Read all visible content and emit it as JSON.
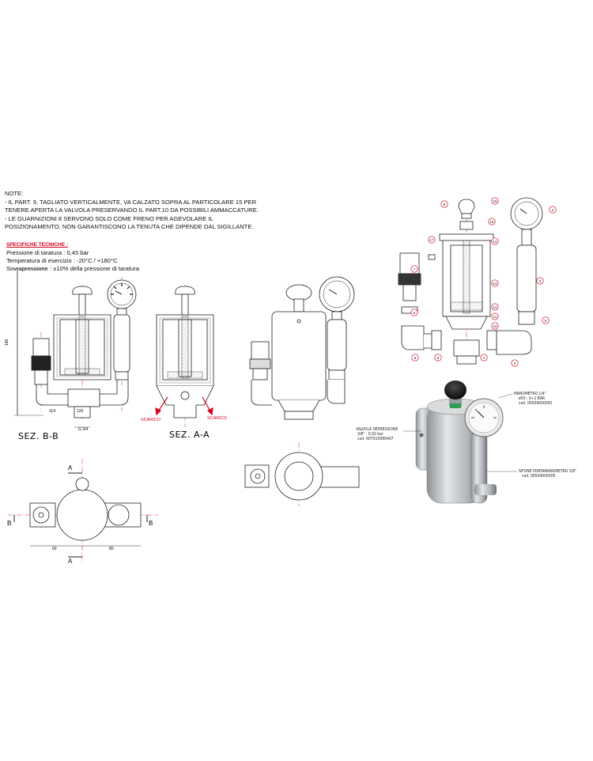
{
  "notes": {
    "heading": "NOTE:",
    "lines": [
      "- IL PART. 9, TAGLIATO VERTICALMENTE, VA CALZATO SOPRA AL PARTICOLARE 15 PER",
      "TENERE APERTA LA VALVOLA PRESERVANDO IL PART.10 DA POSSIBILI AMMACCATURE.",
      "- LE GUARNIZIONI 8 SERVONO SOLO COME FRENO PER AGEVOLARE IL",
      "POSIZIONAMENTO, NON GARANTISCONO LA TENUTA CHE DIPENDE DAL SIGILLANTE."
    ]
  },
  "specs": {
    "title": "SPECIFICHE TECNICHE :",
    "lines": [
      "Pressione di taratura : 0,45 bar",
      "Temperatura di esercizio : -20°C  / +180°C",
      "Sovrapressione : ±10% della pressione di taratura"
    ]
  },
  "sections": {
    "bb": "SEZ. B-B",
    "aa": "SEZ. A-A",
    "scarico": "SCARICO",
    "dim_195": "195",
    "dim_g34": "G 3/4",
    "dim_120": "120",
    "dim_114": "114",
    "dim_60": "60",
    "dim_80": "80",
    "marker_a": "A",
    "marker_b": "B"
  },
  "callouts": {
    "manometro": [
      "MANOMETRO 1/4\"",
      "ø50 ; 0÷1 BAR",
      "cod. 00509000002"
    ],
    "valvola": [
      "VALVOLA DEPRESSIONE",
      "3/8\" - 0,02 bar",
      "cod. R07010080407"
    ],
    "sifone": [
      "SIFONE PORTAMANOMETRO 3/8\"",
      "cod. 00509000005"
    ]
  },
  "balloons": [
    "1",
    "2",
    "3",
    "4",
    "5",
    "6",
    "7",
    "8",
    "9",
    "10",
    "11",
    "12",
    "13",
    "14",
    "15",
    "16",
    "17",
    "8"
  ],
  "colors": {
    "line": "#222222",
    "center": "#e0007a",
    "red": "#d6001c",
    "steel": "#b9bcc0",
    "dark": "#1a1a1a",
    "green": "#2e9e4f"
  }
}
